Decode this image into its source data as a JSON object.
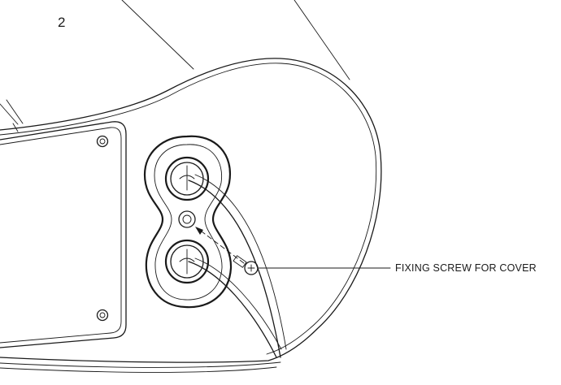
{
  "figure": {
    "step_number": "2",
    "callouts": [
      {
        "id": "fixing-screw",
        "text": "FIXING SCREW FOR COVER"
      }
    ]
  }
}
